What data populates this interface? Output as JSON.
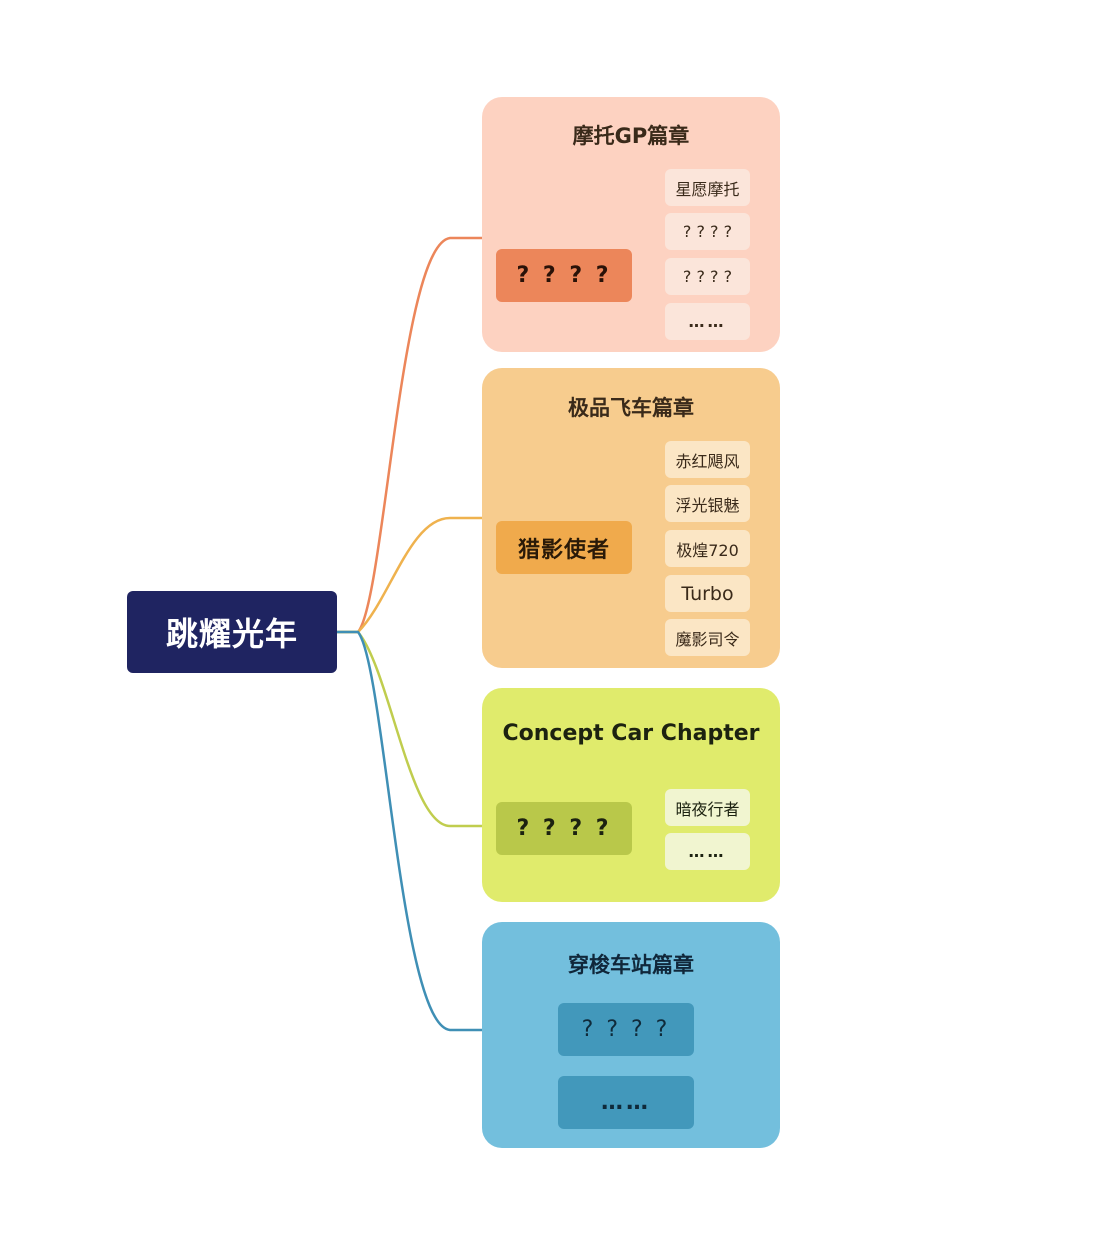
{
  "root": {
    "label": "跳耀光年"
  },
  "branches": [
    {
      "title": "摩托GP篇章",
      "group": "? ? ? ?",
      "header_item": "星愿摩托",
      "items": [
        "? ? ? ?",
        "? ? ? ?",
        "……"
      ]
    },
    {
      "title": "极品飞车篇章",
      "group": "猎影使者",
      "items": [
        "赤红飓风",
        "浮光银魅",
        "极煌720",
        "Turbo",
        "魔影司令"
      ]
    },
    {
      "title": "Concept Car Chapter",
      "group": "? ? ? ?",
      "items": [
        "暗夜行者",
        "……"
      ]
    },
    {
      "title": "穿梭车站篇章",
      "items": [
        "? ? ? ?",
        "……"
      ]
    }
  ],
  "colors": {
    "root": "#1f2461",
    "branch_1": "#ec865a",
    "branch_2": "#f0aa4c",
    "branch_3": "#b9c84a",
    "branch_4": "#4298bb"
  }
}
